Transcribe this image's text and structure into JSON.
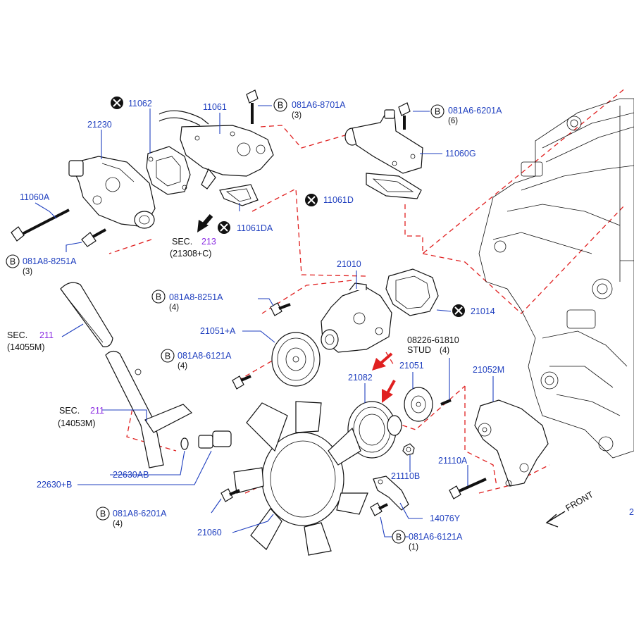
{
  "colors": {
    "label_blue": "#1f3fbf",
    "section_purple": "#8a2be2",
    "dash_red": "#e02020",
    "arrow_red": "#e02020",
    "line_black": "#111111"
  },
  "labels": {
    "p11062": "11062",
    "p11061": "11061",
    "p21230": "21230",
    "p11060A": "11060A",
    "p081A6_8701A": "081A6-8701A",
    "q081A6_8701A": "(3)",
    "p081A6_6201A": "081A6-6201A",
    "q081A6_6201A": "(6)",
    "p11060G": "11060G",
    "p11061D": "11061D",
    "p11061DA": "11061DA",
    "sec213_word": "SEC.",
    "sec213_num": "213",
    "sec213_ref": "(21308+C)",
    "p081A8_8251A_top": "081A8-8251A",
    "q081A8_8251A_top": "(3)",
    "sec211a_word": "SEC.",
    "sec211a_num": "211",
    "sec211a_ref": "(14055M)",
    "p21010": "21010",
    "p21014": "21014",
    "p081A8_8251A_mid": "081A8-8251A",
    "q081A8_8251A_mid": "(4)",
    "p21051A": "21051+A",
    "p081A8_6121A": "081A8-6121A",
    "q081A8_6121A": "(4)",
    "p08226": "08226-61810",
    "stud_word": "STUD",
    "q08226": "(4)",
    "p21051": "21051",
    "p21082": "21082",
    "p21052M": "21052M",
    "sec211b_word": "SEC.",
    "sec211b_num": "211",
    "sec211b_ref": "(14053M)",
    "p22630AB": "22630AB",
    "p22630B": "22630+B",
    "p21110B": "21110B",
    "p21110A": "21110A",
    "p081A8_6201A": "081A8-6201A",
    "q081A8_6201A": "(4)",
    "p21060": "21060",
    "p14076Y": "14076Y",
    "p081A6_6121A": "081A6-6121A",
    "q081A6_6121A": "(1)",
    "front": "FRONT",
    "edge_2": "2",
    "bolt_marker": "B"
  }
}
